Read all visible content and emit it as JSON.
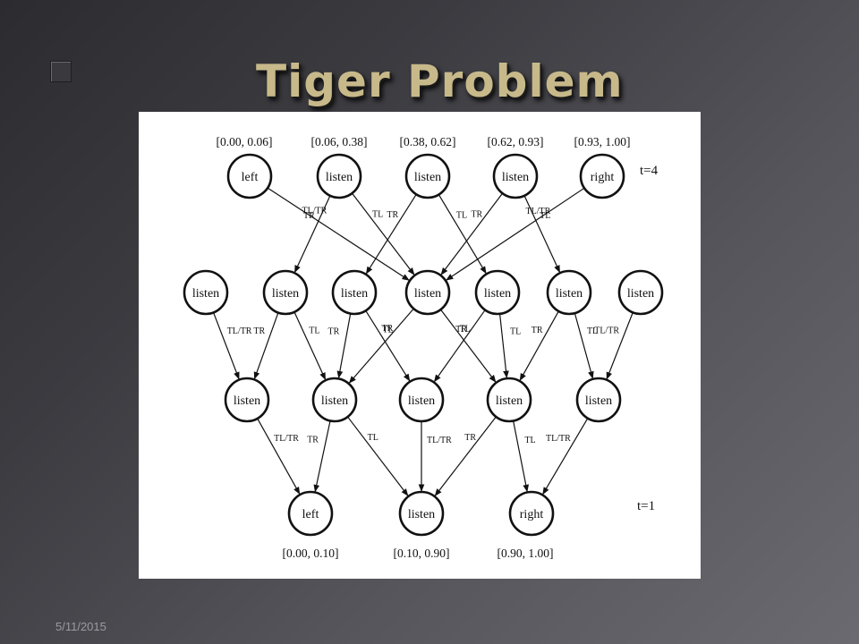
{
  "slide": {
    "title": "Tiger Problem",
    "footer_date": "5/11/2015"
  },
  "diagram": {
    "stage_labels": {
      "top": "t=4",
      "bottom": "t=1"
    },
    "top_intervals": [
      "[0.00, 0.06]",
      "[0.06, 0.38]",
      "[0.38, 0.62]",
      "[0.62, 0.93]",
      "[0.93, 1.00]"
    ],
    "bottom_intervals": [
      "[0.00, 0.10]",
      "[0.10, 0.90]",
      "[0.90, 1.00]"
    ],
    "rows": [
      {
        "nodes": [
          "left",
          "listen",
          "listen",
          "listen",
          "right"
        ]
      },
      {
        "nodes": [
          "listen",
          "listen",
          "listen",
          "listen",
          "listen",
          "listen",
          "listen"
        ]
      },
      {
        "nodes": [
          "listen",
          "listen",
          "listen",
          "listen",
          "listen"
        ]
      },
      {
        "nodes": [
          "left",
          "listen",
          "right"
        ]
      }
    ],
    "edges": [
      {
        "from": [
          0,
          0
        ],
        "to": [
          1,
          3
        ],
        "label": "TL/TR"
      },
      {
        "from": [
          0,
          1
        ],
        "to": [
          1,
          1
        ],
        "label": "TR"
      },
      {
        "from": [
          0,
          1
        ],
        "to": [
          1,
          3
        ],
        "label": "TL"
      },
      {
        "from": [
          0,
          2
        ],
        "to": [
          1,
          2
        ],
        "label": "TR"
      },
      {
        "from": [
          0,
          2
        ],
        "to": [
          1,
          4
        ],
        "label": "TL"
      },
      {
        "from": [
          0,
          3
        ],
        "to": [
          1,
          3
        ],
        "label": "TR"
      },
      {
        "from": [
          0,
          3
        ],
        "to": [
          1,
          5
        ],
        "label": "TL"
      },
      {
        "from": [
          0,
          4
        ],
        "to": [
          1,
          3
        ],
        "label": "TL/TR"
      },
      {
        "from": [
          1,
          0
        ],
        "to": [
          2,
          0
        ],
        "label": "TL/TR"
      },
      {
        "from": [
          1,
          1
        ],
        "to": [
          2,
          0
        ],
        "label": "TR"
      },
      {
        "from": [
          1,
          1
        ],
        "to": [
          2,
          1
        ],
        "label": "TL"
      },
      {
        "from": [
          1,
          2
        ],
        "to": [
          2,
          1
        ],
        "label": "TR"
      },
      {
        "from": [
          1,
          2
        ],
        "to": [
          2,
          2
        ],
        "label": "TL"
      },
      {
        "from": [
          1,
          3
        ],
        "to": [
          2,
          1
        ],
        "label": "TR"
      },
      {
        "from": [
          1,
          3
        ],
        "to": [
          2,
          3
        ],
        "label": "TL"
      },
      {
        "from": [
          1,
          4
        ],
        "to": [
          2,
          2
        ],
        "label": "TR"
      },
      {
        "from": [
          1,
          4
        ],
        "to": [
          2,
          3
        ],
        "label": "TL"
      },
      {
        "from": [
          1,
          5
        ],
        "to": [
          2,
          3
        ],
        "label": "TR"
      },
      {
        "from": [
          1,
          5
        ],
        "to": [
          2,
          4
        ],
        "label": "TL"
      },
      {
        "from": [
          1,
          6
        ],
        "to": [
          2,
          4
        ],
        "label": "TL/TR"
      },
      {
        "from": [
          2,
          0
        ],
        "to": [
          3,
          0
        ],
        "label": "TL/TR"
      },
      {
        "from": [
          2,
          1
        ],
        "to": [
          3,
          0
        ],
        "label": "TR"
      },
      {
        "from": [
          2,
          1
        ],
        "to": [
          3,
          1
        ],
        "label": "TL"
      },
      {
        "from": [
          2,
          2
        ],
        "to": [
          3,
          1
        ],
        "label": "TL/TR"
      },
      {
        "from": [
          2,
          3
        ],
        "to": [
          3,
          1
        ],
        "label": "TR"
      },
      {
        "from": [
          2,
          3
        ],
        "to": [
          3,
          2
        ],
        "label": "TL"
      },
      {
        "from": [
          2,
          4
        ],
        "to": [
          3,
          2
        ],
        "label": "TL/TR"
      }
    ]
  }
}
